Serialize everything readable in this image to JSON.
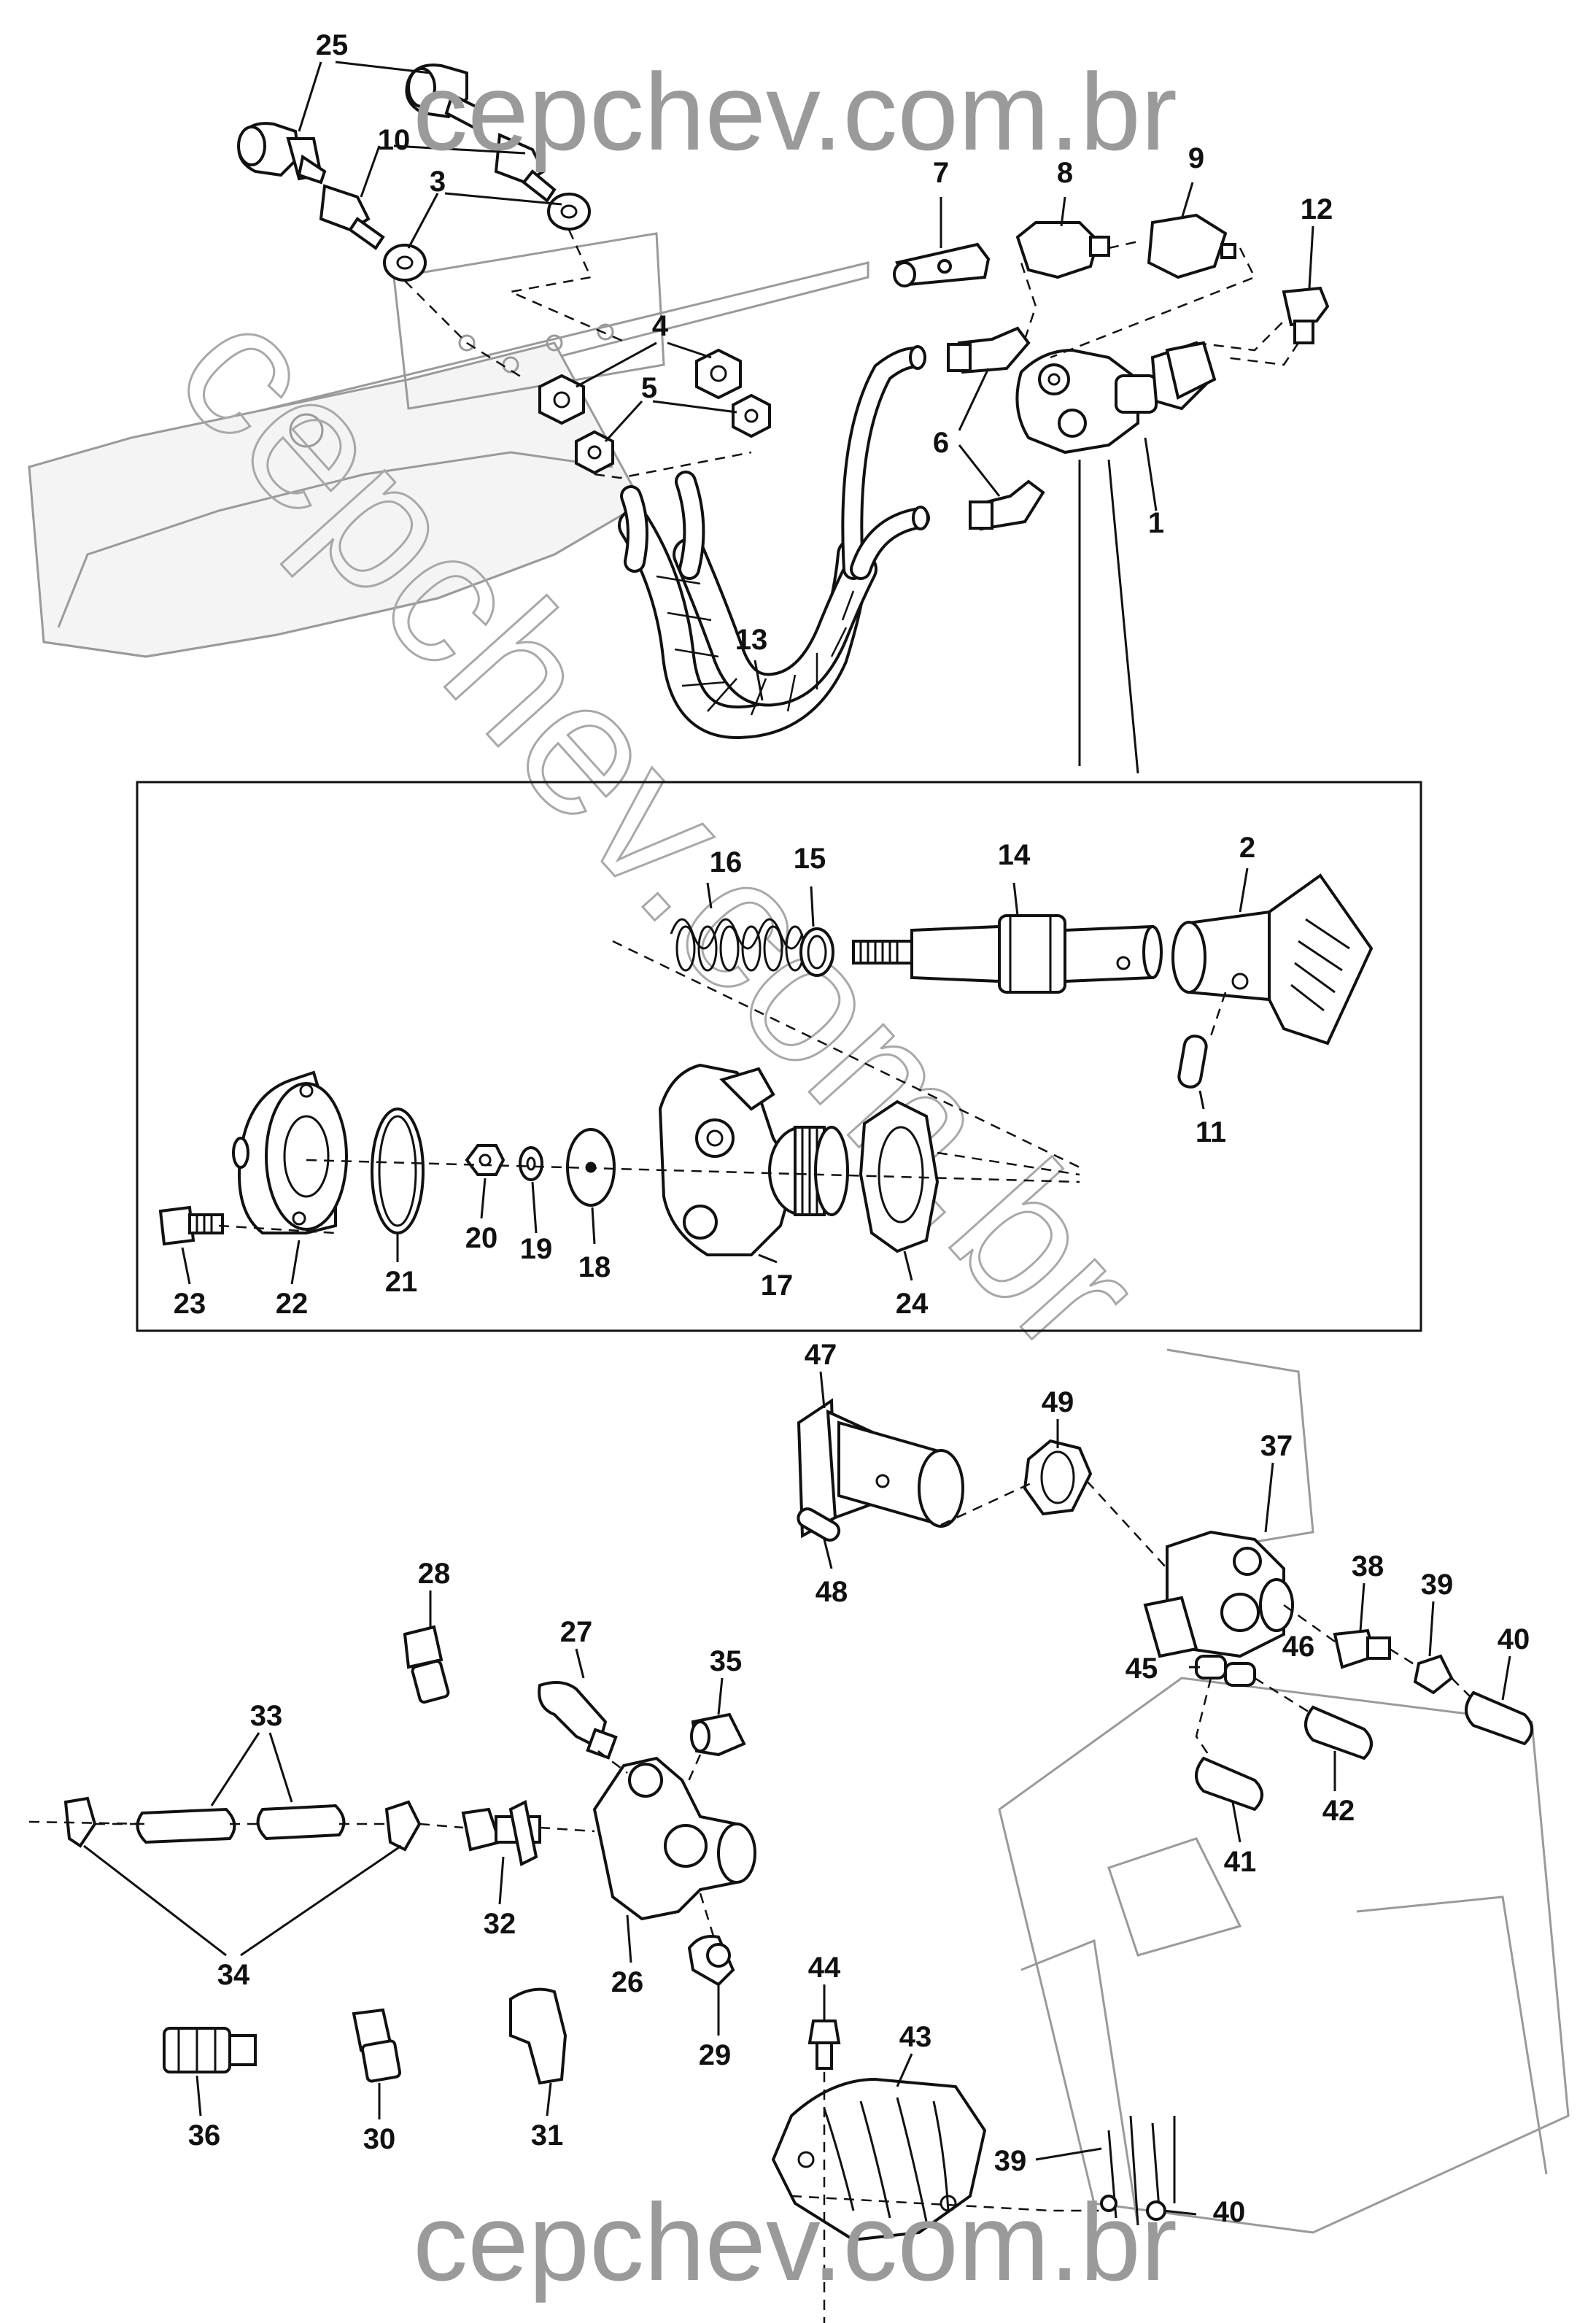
{
  "watermark": {
    "top": "cepchev.com.br",
    "bottom": "cepchev.com.br",
    "diagonal": "cepchev.com.br"
  },
  "callouts": {
    "n1": "1",
    "n2": "2",
    "n3": "3",
    "n4": "4",
    "n5": "5",
    "n6": "6",
    "n7": "7",
    "n8": "8",
    "n9": "9",
    "n10": "10",
    "n11": "11",
    "n12": "12",
    "n13": "13",
    "n14": "14",
    "n15": "15",
    "n16": "16",
    "n17": "17",
    "n18": "18",
    "n19": "19",
    "n20": "20",
    "n21": "21",
    "n22": "22",
    "n23": "23",
    "n24": "24",
    "n25": "25",
    "n26": "26",
    "n27": "27",
    "n28": "28",
    "n29": "29",
    "n30": "30",
    "n31": "31",
    "n32": "32",
    "n33": "33",
    "n34": "34",
    "n35": "35",
    "n36": "36",
    "n37": "37",
    "n38": "38",
    "n39a": "39",
    "n39b": "39",
    "n40a": "40",
    "n40b": "40",
    "n41": "41",
    "n42": "42",
    "n43": "43",
    "n44": "44",
    "n45": "45",
    "n46": "46",
    "n47": "47",
    "n48": "48",
    "n49": "49"
  },
  "colors": {
    "line": "#111111",
    "watermark": "#9a9a9a",
    "background": "#ffffff"
  }
}
